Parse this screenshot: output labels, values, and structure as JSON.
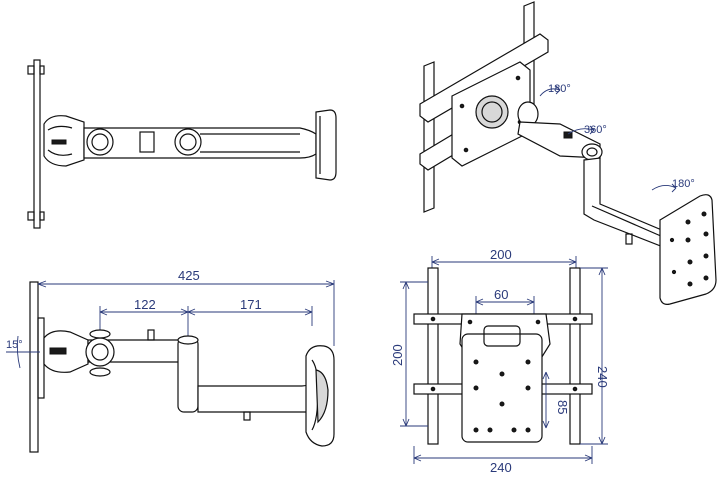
{
  "dimensions": {
    "overall_length": "425",
    "arm_segment_1": "122",
    "arm_segment_2": "171",
    "tilt_angle": "15°",
    "plate_width_top": "200",
    "plate_height_left": "200",
    "plate_height_right": "240",
    "plate_width_bottom": "240",
    "wall_plate_width": "60",
    "wall_plate_height": "85"
  },
  "rotations": {
    "head_swivel": "180°",
    "head_rotate": "360°",
    "wall_swivel": "180°"
  },
  "colors": {
    "line": "#111111",
    "dimension": "#2a3a7a",
    "fill_light": "#d8d8d8"
  }
}
